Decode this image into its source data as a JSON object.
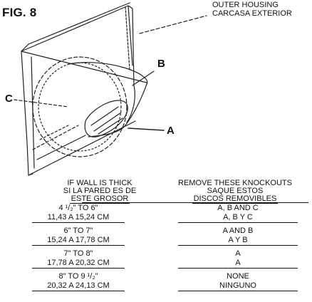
{
  "figure": {
    "label": "FIG. 8"
  },
  "callouts": {
    "outer_housing_en": "OUTER HOUSING",
    "outer_housing_es": "CARCASA EXTERIOR",
    "letter_b": "B",
    "letter_c": "C",
    "letter_a": "A"
  },
  "table": {
    "headers": {
      "thick_en": "IF WALL IS THICK",
      "thick_es1": "SI LA PARED ES DE",
      "thick_es2": "ESTE GROSOR",
      "remove_en": "REMOVE THESE KNOCKOUTS",
      "remove_es1": "SAQUE ESTOS",
      "remove_es2": "DISCOS REMOVIBLES"
    },
    "rows": [
      {
        "thickness_in": "4 ¹/₂\" TO 6\"",
        "thickness_cm": "11,43  A 15,24 CM",
        "remove_en": "A, B AND C",
        "remove_es": "A, B Y C"
      },
      {
        "thickness_in": "6\" TO 7\"",
        "thickness_cm": "15,24  A 17,78 CM",
        "remove_en": "A AND B",
        "remove_es": "A Y B"
      },
      {
        "thickness_in": "7\" TO 8\"",
        "thickness_cm": "17,78  A 20,32 CM",
        "remove_en": "A",
        "remove_es": "A"
      },
      {
        "thickness_in": "8\" TO 9 ¹/₂\"",
        "thickness_cm": "20,32  A 24,13 CM",
        "remove_en": "NONE",
        "remove_es": "NINGUNO"
      }
    ]
  }
}
